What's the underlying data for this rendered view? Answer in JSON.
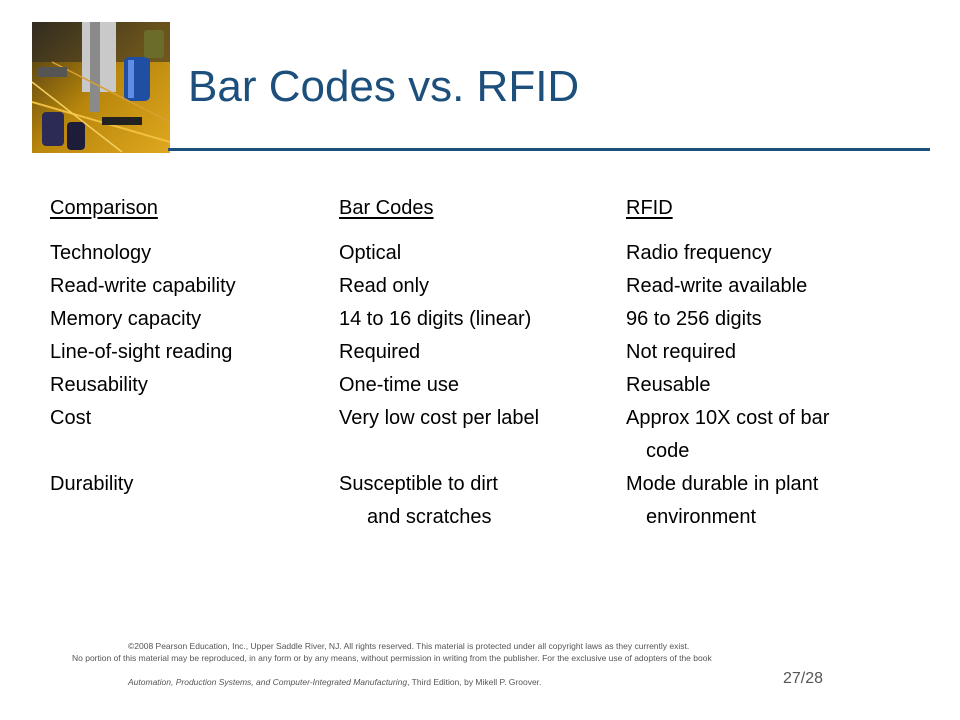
{
  "slide": {
    "title": "Bar Codes vs. RFID",
    "photo_icon": "circuit-board-photo"
  },
  "table": {
    "headers": [
      "Comparison",
      "Bar Codes",
      "RFID"
    ],
    "rows": [
      {
        "criterion": "Technology",
        "bar_codes": [
          "Optical"
        ],
        "rfid": [
          "Radio frequency"
        ]
      },
      {
        "criterion": "Read-write capability",
        "bar_codes": [
          "Read only"
        ],
        "rfid": [
          "Read-write available"
        ]
      },
      {
        "criterion": "Memory capacity",
        "bar_codes": [
          "14 to 16 digits (linear)"
        ],
        "rfid": [
          "96 to 256 digits"
        ]
      },
      {
        "criterion": "Line-of-sight reading",
        "bar_codes": [
          "Required"
        ],
        "rfid": [
          "Not required"
        ]
      },
      {
        "criterion": "Reusability",
        "bar_codes": [
          "One-time use"
        ],
        "rfid": [
          "Reusable"
        ]
      },
      {
        "criterion": "Cost",
        "bar_codes": [
          "Very low cost per label"
        ],
        "rfid": [
          "Approx 10X cost of bar",
          "code"
        ]
      },
      {
        "criterion": "Durability",
        "bar_codes": [
          "Susceptible to dirt",
          "and scratches"
        ],
        "rfid": [
          "Mode durable in plant",
          "environment"
        ]
      }
    ]
  },
  "footer": {
    "copyright_line1": "©2008 Pearson Education, Inc., Upper Saddle River, NJ.  All rights reserved.  This material is protected under all copyright laws as they currently exist.",
    "copyright_line2": "No portion of this material may be reproduced, in any form or by any means, without permission in writing from the publisher.  For the exclusive use of adopters of the book",
    "book_title": "Automation, Production Systems, and Computer-Integrated Manufacturing",
    "book_suffix": ", Third Edition, by Mikell P. Groover.",
    "page_number": "27/28"
  },
  "colors": {
    "title": "#1c4f7c",
    "rule": "#1c4f7c"
  }
}
